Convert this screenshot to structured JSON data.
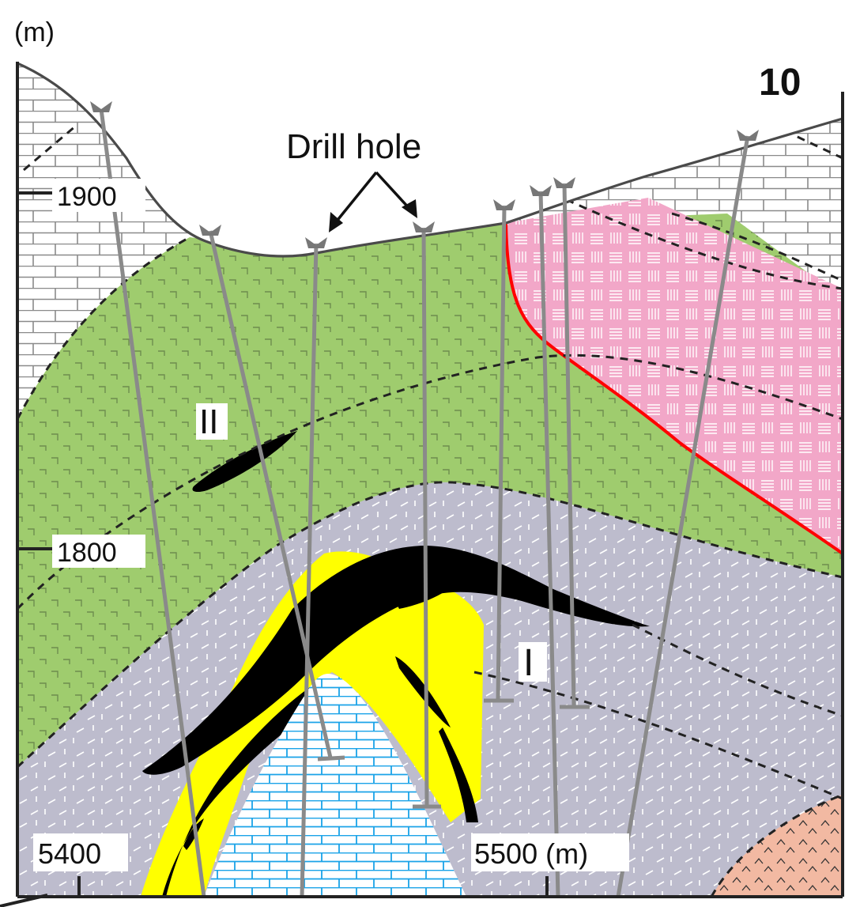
{
  "unit_label": "(m)",
  "section_number": "10",
  "drill_hole_label": "Drill hole",
  "elevation_labels": [
    "1900",
    "1800"
  ],
  "distance_labels": [
    "5400",
    "5500 (m)"
  ],
  "ore_body_labels": [
    "II",
    "I"
  ],
  "colors": {
    "limestone_cover": "#ffffff",
    "volcanic_green": "#9fcc6e",
    "intrusion_pink": "#f2a7c8",
    "tuff_gray": "#bdbccd",
    "alteration_yellow": "#ffff00",
    "ore_black": "#000000",
    "limestone_blue": "#1aa3e8",
    "basement_salmon": "#f2b9a2",
    "contact_red": "#ff0000"
  }
}
